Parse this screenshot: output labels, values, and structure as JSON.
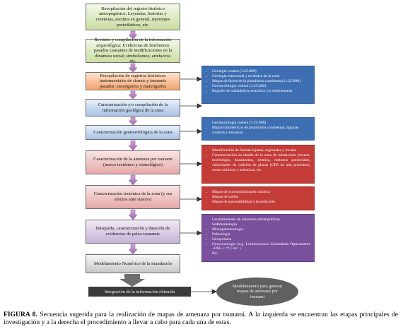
{
  "steps": [
    {
      "text": "Recopilación del registro histórico antropogénico: Leyendas, historias y creencias, escritos en general, reportajes periodísticos, etc."
    },
    {
      "text": "Revisión y compilación de la información arqueológica: Evidencias de fenómenos pasados causantes de modificaciones en la dinámica social; simbolismos; artefactos; etc."
    },
    {
      "text": "Recopilación de registros históricos instrumentales de sismos y tsunamis pasados: sismógrafos y mareógrafos"
    },
    {
      "text": "Caracterización y/o compilación de la información geológica de la zona"
    },
    {
      "text": "Caracterización geomorfológica de la zona"
    },
    {
      "text": "Caracterización de la amenaza por tsunami (marco tectónico y sismológico)"
    },
    {
      "text": "Caracterización tectónica de la zona (y sus efectos ante sismos)"
    },
    {
      "text": "Búsqueda, caracterización y datación de evidencias de paleo-tsunamis"
    },
    {
      "text": "Modelamiento Numérico de la inundación"
    }
  ],
  "integration": {
    "text": "Integración de la información obtenida"
  },
  "final": {
    "text": "Modelamiento para generar mapas de amenaza por tsunami"
  },
  "panels": [
    {
      "items": [
        "Geología costera (1:25.000)",
        "Geología estructural y tectónica de la zona",
        "Mapas de facies de la plataforma continental (1:25.000)",
        "Geomorfología costera (1:25.000)",
        "Registro de subsidencia tectónica y/o sedimentaria"
      ]
    },
    {
      "items": [
        "Geomorfología costera (1:25.000)",
        "Mapas batimétricos de plataforma continental, lagunas costeras y estuarios"
      ]
    },
    {
      "items": [
        "Identificación de fuentes lejanas, regionales y locales",
        "Caracterización en detalle de la zona de subducción cercana: morfología, buzamiento, sísmica, métodos potenciales, velocidades de colisión de placas (GPS de alta precisión), zonas sísmicas y asísmicas, etc."
      ]
    },
    {
      "items": [
        "Mapas de microzonificación sísmica",
        "Mapas de suelos",
        "Mapas de susceptibilidad a licuefacción"
      ]
    },
    {
      "items": [
        "Levantamiento de columnas estratigráficas",
        "Sedimentología",
        "Micropaleontología",
        "Palinología",
        "Geoquímica",
        "Geocronología (e.g. Luminiscencia Estimulada Ópticamente –OSL–; ¹⁴C; etc. )",
        "Etc."
      ]
    }
  ],
  "caption": {
    "label": "FIGURA 8.",
    "text": "Secuencia sugerida para la realización de mapas de amenaza por tsunami. A la izquierda se encuentran las etapas principales de investigación y a la derecha el procedimiento a llevar a cabo para cada una de estas."
  }
}
